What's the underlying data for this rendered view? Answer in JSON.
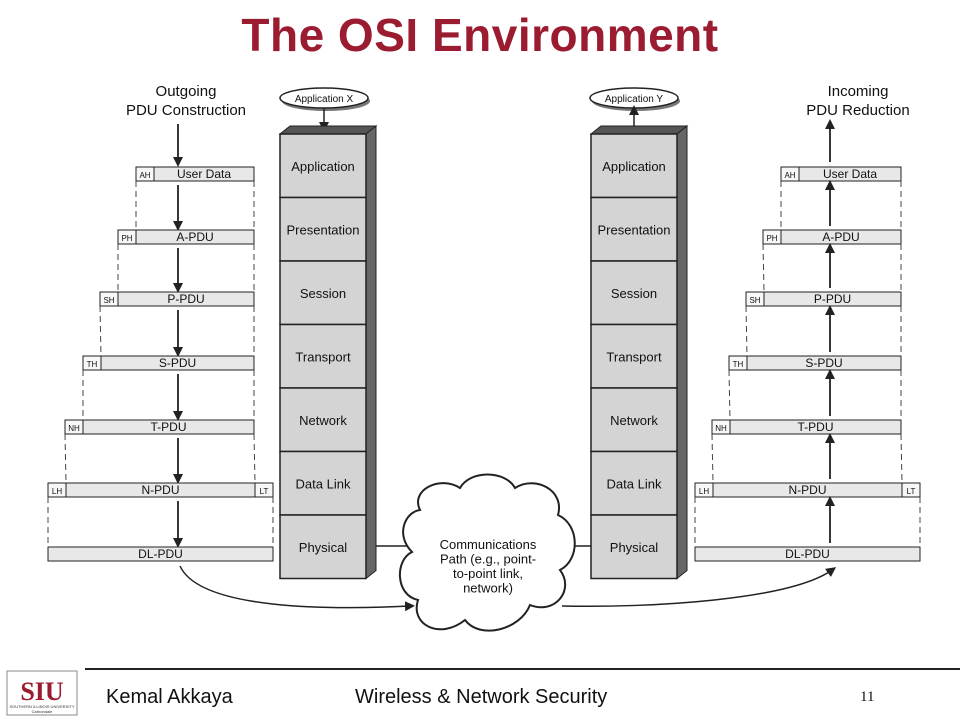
{
  "slide": {
    "title": "The OSI Environment",
    "footer": {
      "author": "Kemal Akkaya",
      "course": "Wireless & Network Security",
      "page": "11"
    },
    "logo": {
      "text": "SIU",
      "subtitle": "SOUTHERN ILLINOIS UNIVERSITY",
      "subtitle2": "Carbondale"
    }
  },
  "diagram": {
    "left_caption": [
      "Outgoing",
      "PDU Construction"
    ],
    "right_caption": [
      "Incoming",
      "PDU Reduction"
    ],
    "application_x": "Application X",
    "application_y": "Application Y",
    "layers": [
      "Application",
      "Presentation",
      "Session",
      "Transport",
      "Network",
      "Data Link",
      "Physical"
    ],
    "pdus": [
      {
        "header": "AH",
        "label": "User Data",
        "trailer": ""
      },
      {
        "header": "PH",
        "label": "A-PDU",
        "trailer": ""
      },
      {
        "header": "SH",
        "label": "P-PDU",
        "trailer": ""
      },
      {
        "header": "TH",
        "label": "S-PDU",
        "trailer": ""
      },
      {
        "header": "NH",
        "label": "T-PDU",
        "trailer": ""
      },
      {
        "header": "LH",
        "label": "N-PDU",
        "trailer": "LT"
      },
      {
        "header": "",
        "label": "DL-PDU",
        "trailer": ""
      }
    ],
    "cloud_text": [
      "Communications",
      "Path (e.g., point-",
      "to-point link,",
      "network)"
    ]
  }
}
